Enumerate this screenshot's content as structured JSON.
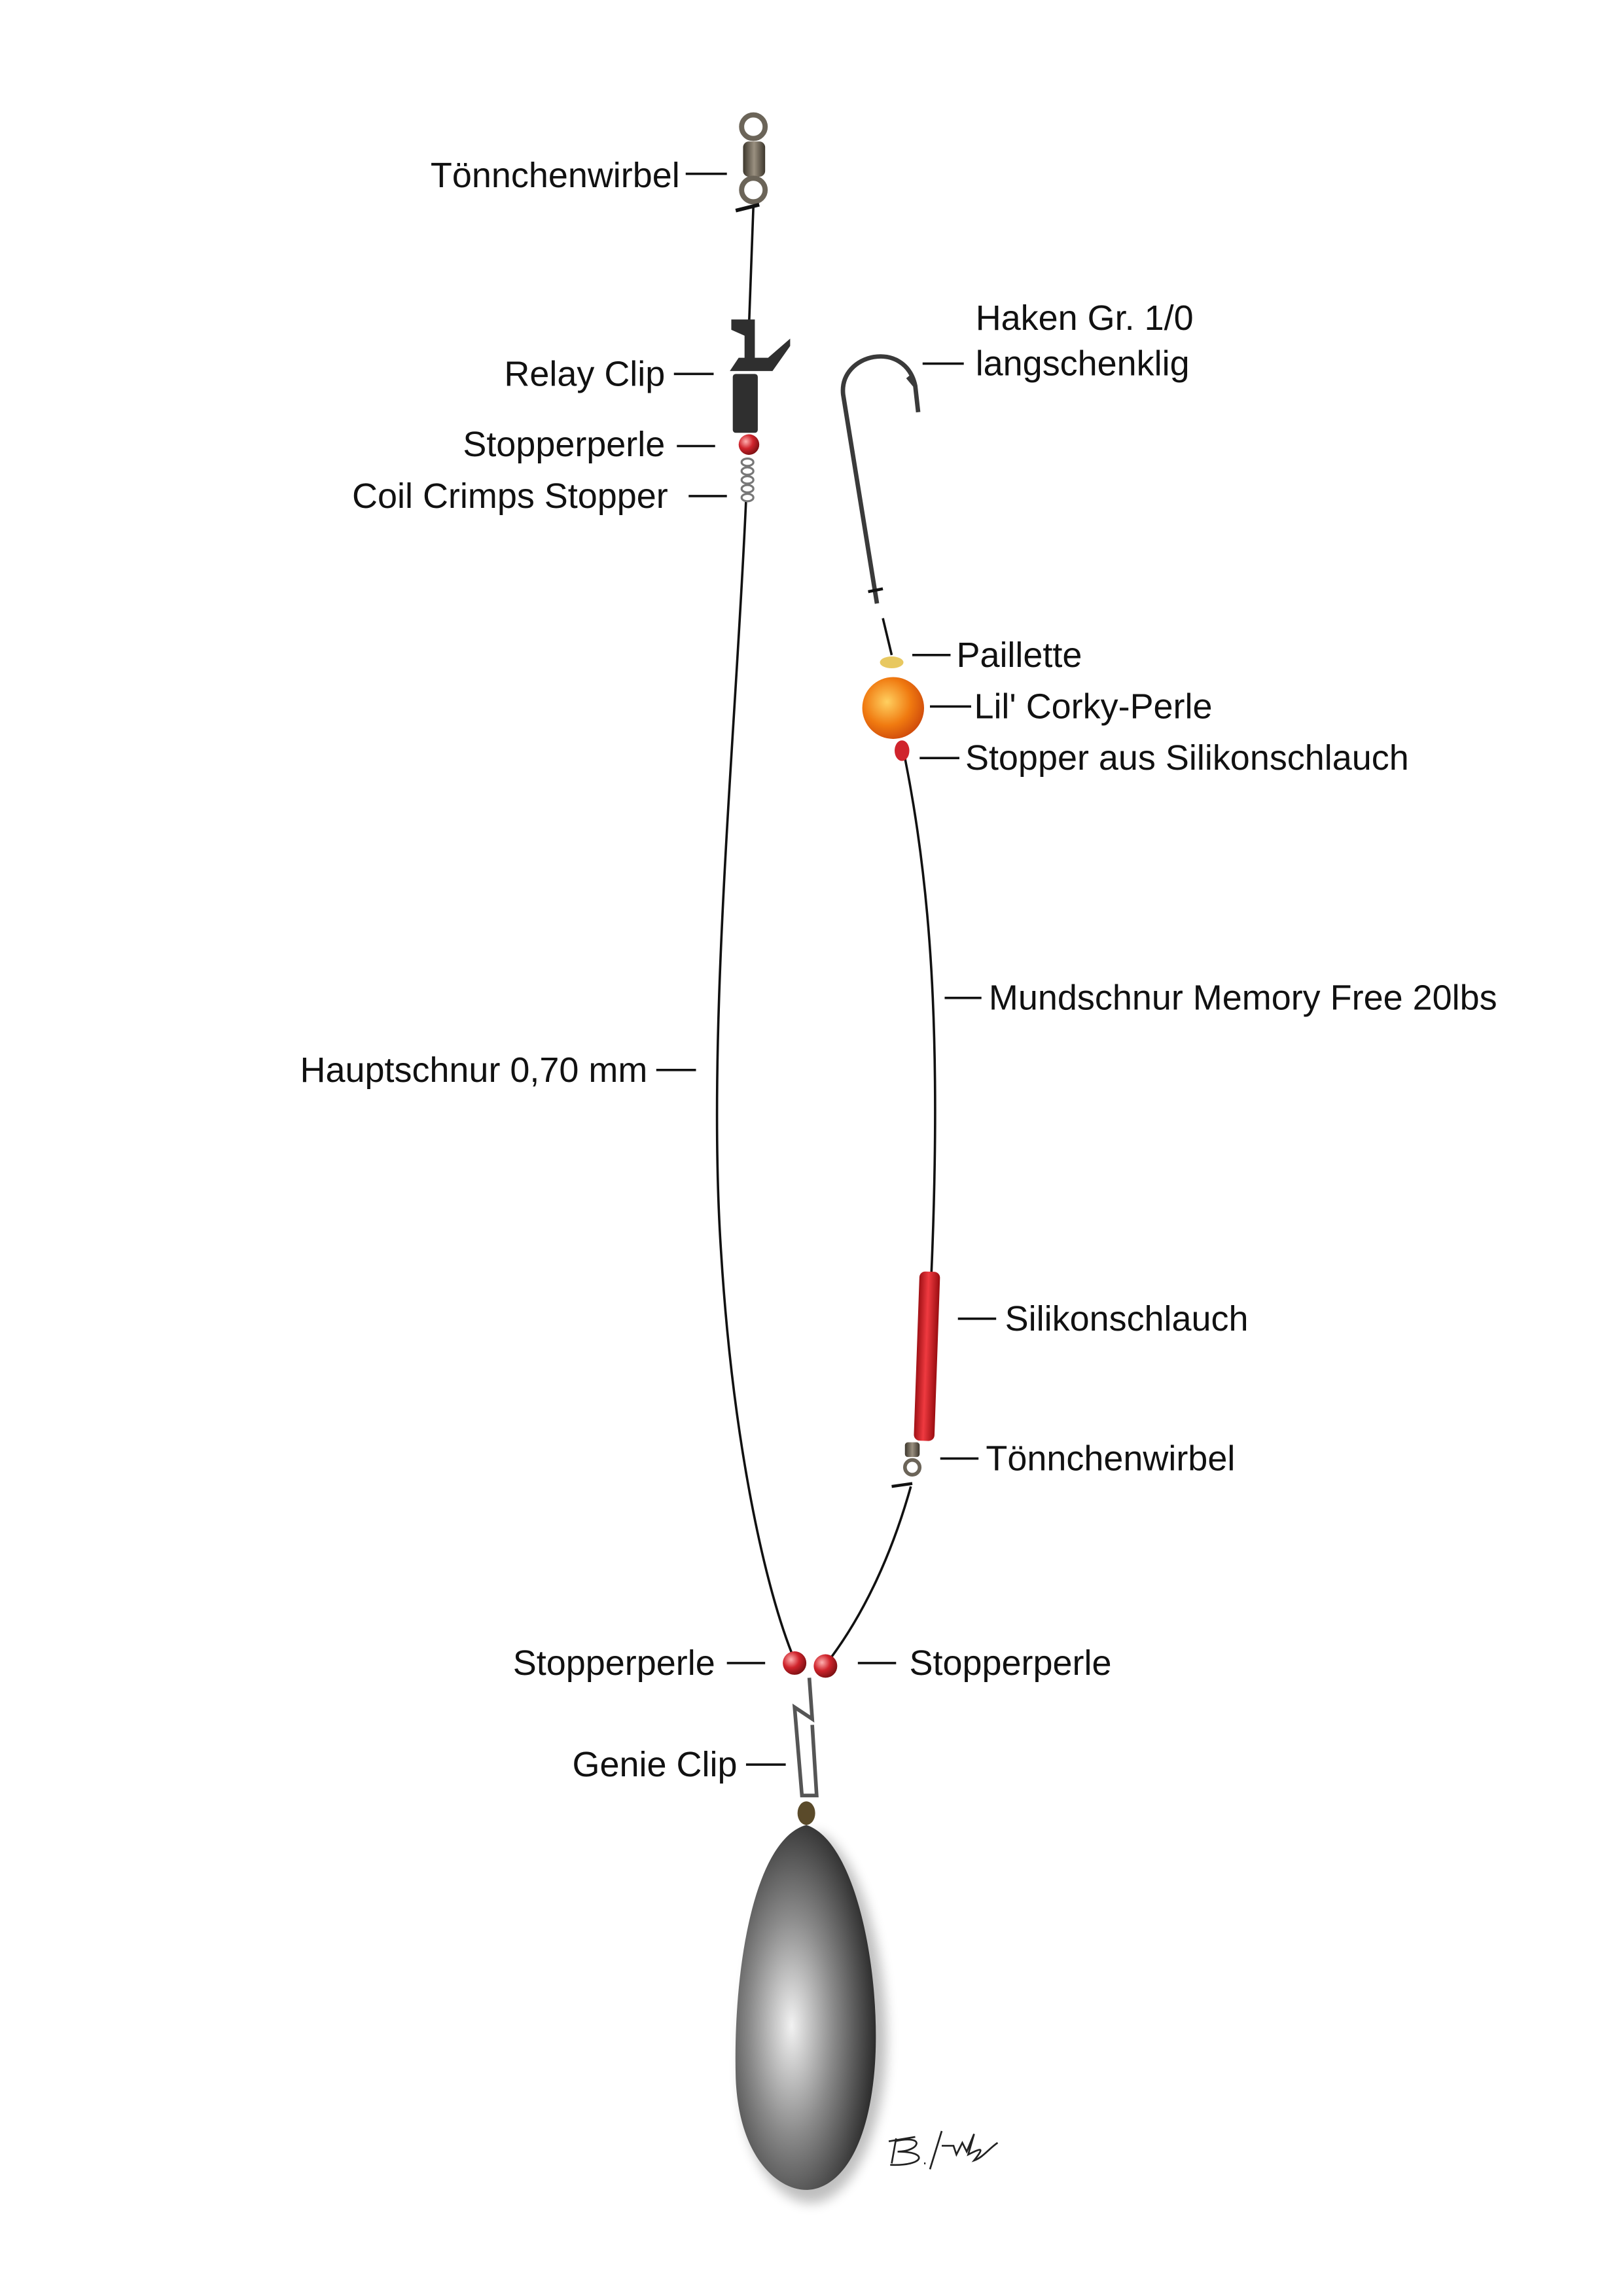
{
  "labels": {
    "swivel_top": "Tönnchenwirbel",
    "relay_clip": "Relay Clip",
    "stopper_bead_top": "Stopperperle",
    "coil_crimps": "Coil Crimps Stopper",
    "hook_line1": "Haken Gr. 1/0",
    "hook_line2": "langschenklig",
    "paillette": "Paillette",
    "corky_bead": "Lil' Corky-Perle",
    "silicone_stopper": "Stopper aus Silikonschlauch",
    "hooklink": "Mundschnur Memory Free 20lbs",
    "mainline": "Hauptschnur 0,70 mm",
    "silicone_tube": "Silikonschlauch",
    "swivel_bottom": "Tönnchenwirbel",
    "stopper_bead_left": "Stopperperle",
    "stopper_bead_right": "Stopperperle",
    "genie_clip": "Genie Clip"
  },
  "signature": "B. Fischer",
  "colors": {
    "bead_red": "#d0242c",
    "corky_orange": "#f07a10",
    "tube_red": "#d81f26",
    "lead_grey": "#555555",
    "clip_black": "#2a2a2a"
  }
}
